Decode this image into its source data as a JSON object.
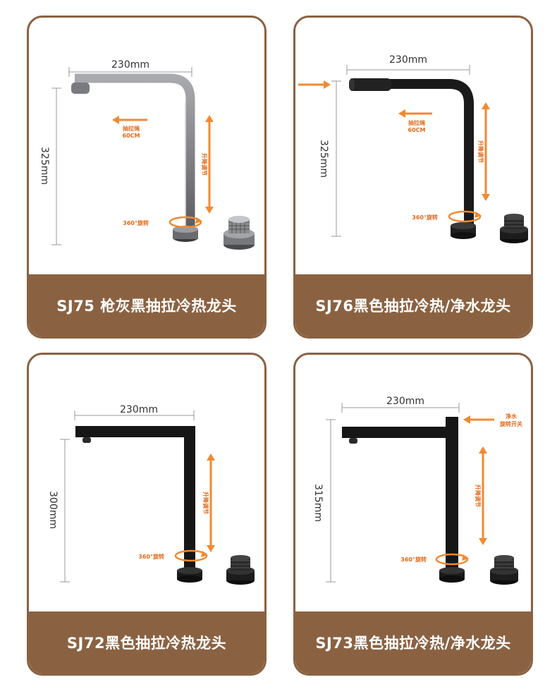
{
  "colors": {
    "frame": "#8a6242",
    "accent": "#f08a32",
    "dimension_line": "#9a9a9a"
  },
  "products": [
    {
      "title": "SJ75 枪灰黑抽拉冷热龙头",
      "width": "230mm",
      "height": "325mm",
      "pull_label_1": "抽拉绳",
      "pull_label_2": "60CM",
      "lift_label": "升降调节",
      "rotate_label": "360°旋转",
      "finish": "gunmetal"
    },
    {
      "title": "SJ76黑色抽拉冷热/净水龙头",
      "width": "230mm",
      "height": "325mm",
      "pull_label_1": "抽拉绳",
      "pull_label_2": "60CM",
      "lift_label": "升降调节",
      "rotate_label": "360°旋转",
      "finish": "black"
    },
    {
      "title": "SJ72黑色抽拉冷热龙头",
      "width": "230mm",
      "height": "300mm",
      "lift_label": "升降调节",
      "rotate_label": "360°旋转",
      "finish": "black"
    },
    {
      "title": "SJ73黑色抽拉冷热/净水龙头",
      "width": "230mm",
      "height": "315mm",
      "lift_label": "升降调节",
      "rotate_label": "360°旋转",
      "switch_label_1": "净水",
      "switch_label_2": "旋转开关",
      "finish": "black"
    }
  ]
}
